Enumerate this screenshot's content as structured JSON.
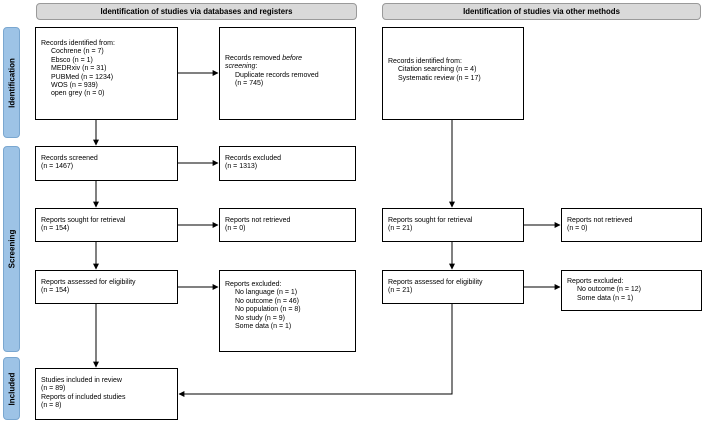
{
  "headers": {
    "left": "Identification of studies via databases and registers",
    "right": "Identification of studies via other methods"
  },
  "phases": {
    "identification": "Identification",
    "screening": "Screening",
    "included": "Included"
  },
  "boxes": {
    "records_identified": {
      "title": "Records identified from:",
      "items": [
        "Cochrene (n = 7)",
        "Ebsco (n = 1)",
        "MEDRxiv (n = 31)",
        "PUBMed  (n = 1234)",
        "WOS (n = 939)",
        "open grey  (n = 0)"
      ]
    },
    "records_removed": {
      "line1_pre": "Records removed ",
      "line1_em": "before",
      "line2_em": "screening",
      "line2_post": ":",
      "items": [
        "Duplicate records removed",
        "(n = 745)"
      ]
    },
    "other_identified": {
      "title": "Records identified from:",
      "items": [
        "Citation searching (n = 4)",
        "Systematic review (n = 17)"
      ]
    },
    "records_screened": {
      "lines": [
        "Records screened",
        "(n = 1467)"
      ]
    },
    "records_excluded": {
      "lines": [
        "Records excluded",
        "(n = 1313)"
      ]
    },
    "reports_sought": {
      "lines": [
        "Reports sought for retrieval",
        "(n = 154)"
      ]
    },
    "reports_not_retrieved": {
      "lines": [
        "Reports not retrieved",
        "(n = 0)"
      ]
    },
    "other_sought": {
      "lines": [
        "Reports sought for retrieval",
        "(n = 21)"
      ]
    },
    "other_not_retrieved": {
      "lines": [
        "Reports not retrieved",
        "(n = 0)"
      ]
    },
    "reports_assessed": {
      "lines": [
        "Reports assessed for eligibility",
        "(n = 154)"
      ]
    },
    "reports_excluded": {
      "title": "Reports excluded:",
      "items": [
        "No language (n = 1)",
        "No outcome (n = 46)",
        "No population (n = 8)",
        "No study (n = 9)",
        "Some data (n = 1)"
      ]
    },
    "other_assessed": {
      "lines": [
        "Reports assessed for eligibility",
        "(n = 21)"
      ]
    },
    "other_excluded": {
      "title": "Reports excluded:",
      "items": [
        "No outcome (n = 12)",
        "Some data (n = 1)"
      ]
    },
    "studies_included": {
      "lines": [
        "Studies included in review",
        "(n = 89)",
        "Reports of included studies",
        "(n = 8)"
      ]
    }
  }
}
